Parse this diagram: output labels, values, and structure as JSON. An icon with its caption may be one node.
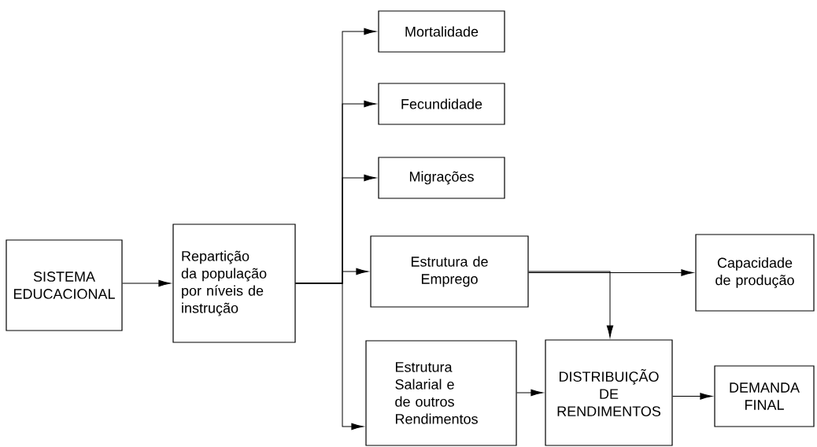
{
  "diagram": {
    "nodes": [
      {
        "text": [
          "SISTEMA EDUCACIONAL"
        ]
      },
      {
        "text": [
          "Repartição da população por níveis de instrução"
        ]
      },
      {
        "text": [
          "Mortalidade"
        ]
      },
      {
        "text": [
          "Fecundidade"
        ]
      },
      {
        "text": [
          "Migrações"
        ]
      },
      {
        "text": [
          "Estrutura de Emprego"
        ]
      },
      {
        "text": [
          "Capacidade de produção"
        ]
      },
      {
        "text": [
          "Estrutura Salarial e de outros Rendimentos"
        ]
      },
      {
        "text": [
          "DISTRIBUIÇÃO DE RENDIMENTOS"
        ]
      },
      {
        "text": [
          "DEMANDA FINAL"
        ]
      }
    ],
    "edges": [
      {
        "from": 0,
        "to": 1,
        "arrow": "to"
      },
      {
        "from": 1,
        "to": 2,
        "arrow": "to"
      },
      {
        "from": 1,
        "to": 3,
        "arrow": "to"
      },
      {
        "from": 1,
        "to": 4,
        "arrow": "to"
      },
      {
        "from": 1,
        "to": 5,
        "arrow": "to"
      },
      {
        "from": 1,
        "to": 7,
        "arrow": "to"
      },
      {
        "from": 5,
        "to": 6,
        "arrow": "to"
      },
      {
        "from": 5,
        "to": 8,
        "arrow": "to"
      },
      {
        "from": 7,
        "to": 8,
        "arrow": "to"
      },
      {
        "from": 8,
        "to": 9,
        "arrow": "to"
      }
    ]
  }
}
